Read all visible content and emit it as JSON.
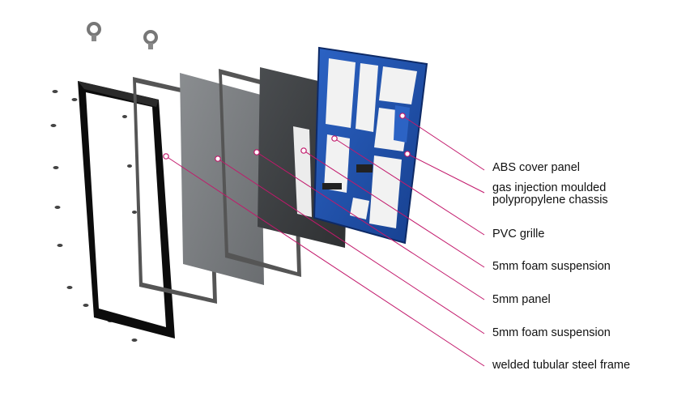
{
  "labels": {
    "abs_cover_panel": "ABS cover panel",
    "chassis_line1": "gas injection moulded",
    "chassis_line2": "polypropylene chassis",
    "pvc_grille": "PVC grille",
    "foam_suspension_front": "5mm foam suspension",
    "panel": "5mm panel",
    "foam_suspension_back": "5mm foam suspension",
    "steel_frame": "welded tubular steel frame"
  },
  "colors": {
    "leader_line": "#c2186b",
    "cover_panel": "#1f4fa8",
    "cover_panel_dark": "#0e2a66",
    "grille": "#3a3d40",
    "panel": "#7a7d80",
    "frame": "#0c0c0c",
    "gasket": "#555555"
  },
  "icons": {
    "eye_bolt": "eye-bolt-icon",
    "screw": "screw-icon"
  }
}
